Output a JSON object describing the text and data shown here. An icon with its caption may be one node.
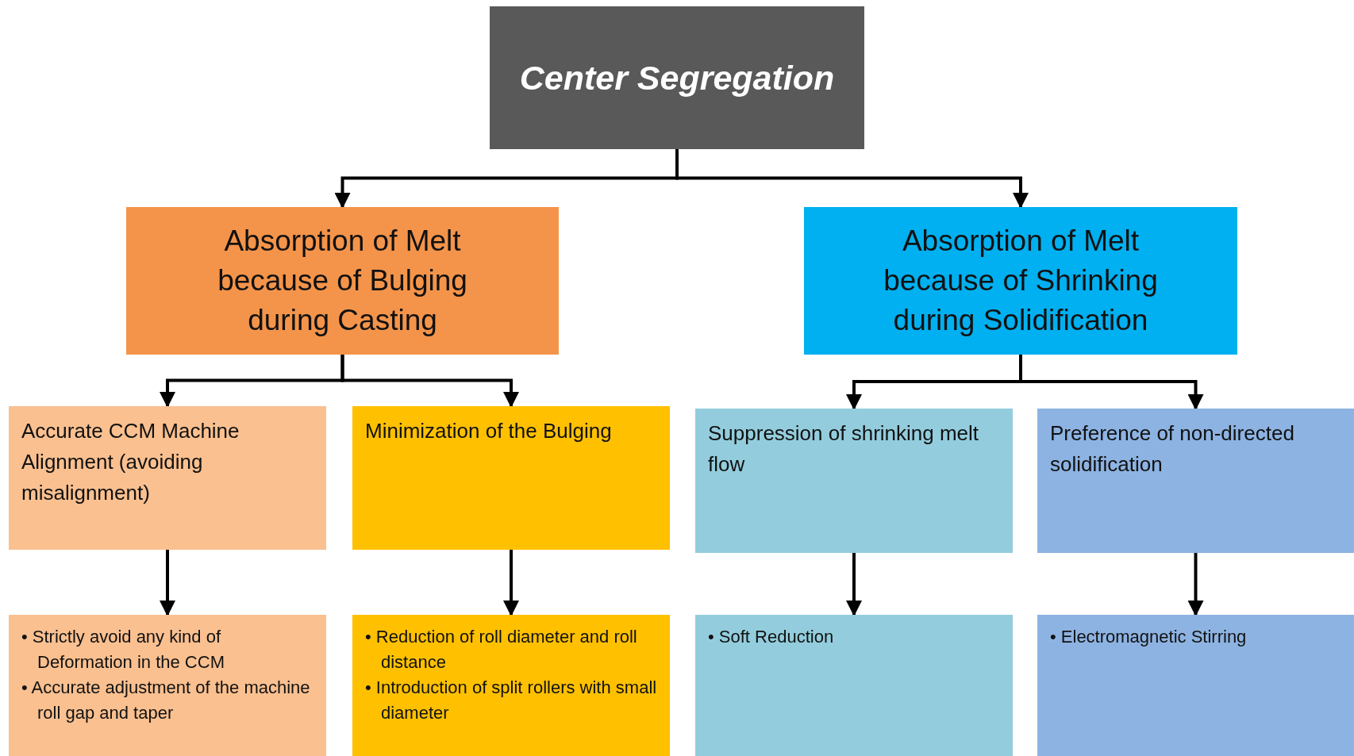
{
  "diagram": {
    "nodes": [
      {
        "text": [
          "Center Segregation"
        ]
      },
      {
        "text": [
          "Absorption of Melt because of Bulging during Casting"
        ]
      },
      {
        "text": [
          "Absorption of Melt because of Shrinking during Solidification"
        ]
      },
      {
        "text": [
          "Accurate CCM Machine Alignment (avoiding misalignment)"
        ]
      },
      {
        "text": [
          "Minimization of the Bulging"
        ]
      },
      {
        "text": [
          "Suppression of shrinking melt flow"
        ]
      },
      {
        "text": [
          "Preference of non-directed solidification"
        ]
      },
      {
        "text": [
          "• Strictly avoid any kind of Deformation in the CCM",
          "• Accurate adjustment of the machine roll gap and taper"
        ]
      },
      {
        "text": [
          "• Reduction of roll diameter and roll distance",
          "• Introduction of split rollers with small diameter"
        ]
      },
      {
        "text": [
          "• Soft Reduction"
        ]
      },
      {
        "text": [
          "• Electromagnetic Stirring"
        ]
      }
    ],
    "edges": [
      {
        "from": 0,
        "to": 1,
        "arrow": "to"
      },
      {
        "from": 0,
        "to": 2,
        "arrow": "to"
      },
      {
        "from": 1,
        "to": 3,
        "arrow": "to"
      },
      {
        "from": 1,
        "to": 4,
        "arrow": "to"
      },
      {
        "from": 2,
        "to": 5,
        "arrow": "to"
      },
      {
        "from": 2,
        "to": 6,
        "arrow": "to"
      },
      {
        "from": 3,
        "to": 7,
        "arrow": "to"
      },
      {
        "from": 4,
        "to": 8,
        "arrow": "to"
      },
      {
        "from": 5,
        "to": 9,
        "arrow": "to"
      },
      {
        "from": 6,
        "to": 10,
        "arrow": "to"
      }
    ]
  }
}
